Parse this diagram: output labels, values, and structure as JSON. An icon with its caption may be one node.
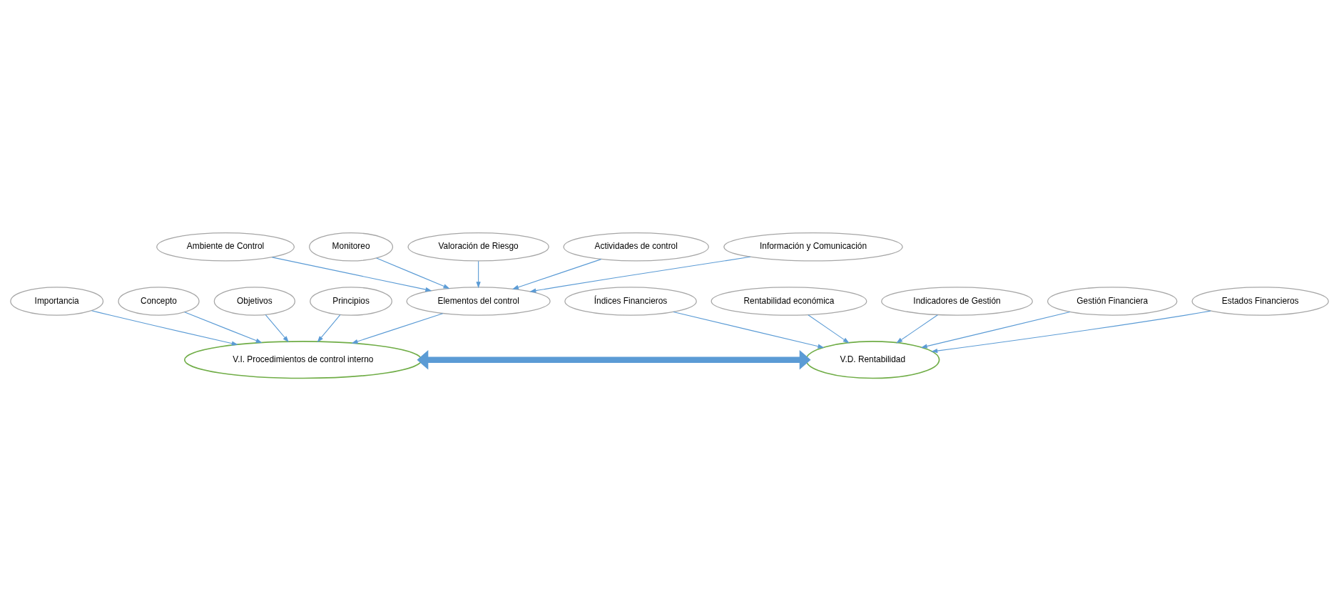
{
  "diagram": {
    "nodes": [
      {
        "text": [
          "Importancia"
        ]
      },
      {
        "text": [
          "Concepto"
        ]
      },
      {
        "text": [
          "Objetivos"
        ]
      },
      {
        "text": [
          "Principios"
        ]
      },
      {
        "text": [
          "V.I. Procedimientos de control interno"
        ]
      },
      {
        "text": [
          "Ambiente de Control"
        ]
      },
      {
        "text": [
          "Monitoreo"
        ]
      },
      {
        "text": [
          "Elementos del control"
        ]
      },
      {
        "text": [
          "Valoración de Riesgo"
        ]
      },
      {
        "text": [
          "Actividades de control"
        ]
      },
      {
        "text": [
          "Información y Comunicación"
        ]
      },
      {
        "text": [
          "Índices Financieros"
        ]
      },
      {
        "text": [
          "Rentabilidad económica"
        ]
      },
      {
        "text": [
          "V.D. Rentabilidad"
        ]
      },
      {
        "text": [
          "Indicadores de Gestión"
        ]
      },
      {
        "text": [
          "Gestión Financiera"
        ]
      },
      {
        "text": [
          "Estados Financieros"
        ]
      }
    ],
    "edges": [
      {
        "from": 2,
        "to": 4,
        "arrow": "to"
      },
      {
        "from": 3,
        "to": 4,
        "arrow": "to"
      },
      {
        "from": 0,
        "to": 4,
        "arrow": "to"
      },
      {
        "from": 1,
        "to": 4,
        "arrow": "to"
      },
      {
        "from": 7,
        "to": 4,
        "arrow": "to"
      },
      {
        "from": 5,
        "to": 7,
        "arrow": "to"
      },
      {
        "from": 6,
        "to": 7,
        "arrow": "to"
      },
      {
        "from": 8,
        "to": 7,
        "arrow": "to"
      },
      {
        "from": 9,
        "to": 7,
        "arrow": "to"
      },
      {
        "from": 10,
        "to": 7,
        "arrow": "to"
      },
      {
        "from": 4,
        "to": 13,
        "arrow": "both",
        "style": "thick"
      },
      {
        "from": 11,
        "to": 13,
        "arrow": "to"
      },
      {
        "from": 12,
        "to": 13,
        "arrow": "to"
      },
      {
        "from": 14,
        "to": 13,
        "arrow": "to"
      },
      {
        "from": 15,
        "to": 13,
        "arrow": "to"
      },
      {
        "from": 16,
        "to": 13,
        "arrow": "to"
      }
    ]
  }
}
